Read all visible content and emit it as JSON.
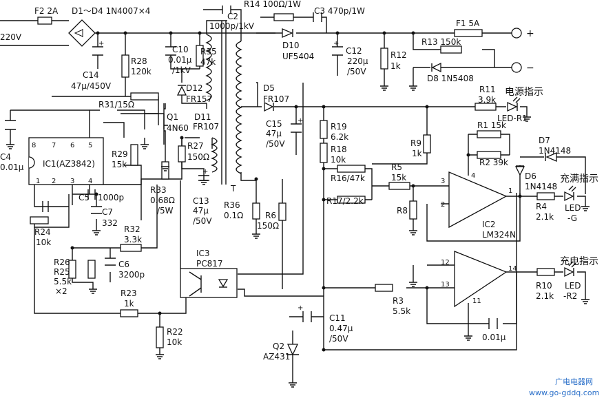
{
  "labels": {
    "f2": "F2 2A",
    "d1d4": "D1～D4 1N4007×4",
    "r14": "R14 100Ω/1W",
    "c3": "C3 470p/1W",
    "c2": "C2",
    "c2v": "1000p/1kV",
    "v220": "220V",
    "f1": "F1 5A",
    "r13": "R13 150k",
    "d8": "D8 1N5408",
    "plus": "+",
    "minus": "−",
    "d10": "D10",
    "d10p": "UF5404",
    "c12": "C12",
    "c12v": "220μ",
    "c12w": "/50V",
    "r12": "R12",
    "r12v": "1k",
    "c14": "C14",
    "c14v": "47μ/450V",
    "r28": "R28",
    "r28v": "120k",
    "c10": "C10",
    "c10v": "0.01μ",
    "c10w": "/1kV",
    "r35": "R35",
    "r35v": "47k",
    "d12": "D12",
    "d12p": "FR157",
    "r31": "R31/15Ω",
    "q1": "Q1",
    "q1p": "4N60",
    "d11": "D11",
    "d11p": "FR107",
    "r27": "R27",
    "r27v": "150Ω",
    "c13": "C13",
    "c13v": "47μ",
    "c13w": "/50V",
    "d5": "D5",
    "d5p": "FR107",
    "c15": "C15",
    "c15v": "47μ",
    "c15w": "/50V",
    "tr": "T",
    "r19": "R19",
    "r19v": "6.2k",
    "r18": "R18",
    "r18v": "10k",
    "r16": "R16/47k",
    "r17": "R17/2.2k",
    "c4": "C4",
    "c4v": "0.01μ",
    "ic1": "IC1(AZ3842)",
    "r29": "R29",
    "r29v": "15k",
    "c5": "C5",
    "c5v": "1000p",
    "c7": "C7",
    "c7v": "332",
    "r24": "R24",
    "r24v": "10k",
    "r33": "R33",
    "r33v": "0.68Ω",
    "r33w": "/5W",
    "r36": "R36",
    "r36v": "0.1Ω",
    "r6": "R6",
    "r6v": "150Ω",
    "r32": "R32",
    "r32v": "3.3k",
    "r26": "R26",
    "r25": "R25",
    "r25v": "5.5k",
    "x2": "×2",
    "c6": "C6",
    "c6v": "3200p",
    "r23": "R23",
    "r23v": "1k",
    "ic3": "IC3",
    "ic3p": "PC817",
    "r22": "R22",
    "r22v": "10k",
    "q2": "Q2",
    "q2p": "AZ431",
    "c11": "C11",
    "c11v": "0.47μ",
    "c11w": "/50V",
    "r11": "R11",
    "r11v": "3.9k",
    "led_power": "电源指示",
    "ledr1": "LED-R1",
    "r9": "R9",
    "r9v": "1k",
    "r1": "R1 15k",
    "r2": "R2 39k",
    "d7": "D7",
    "d7p": "1N4148",
    "d6": "D6",
    "d6p": "1N4148",
    "full": "充满指示",
    "r5": "R5",
    "r5v": "15k",
    "r8": "R8",
    "r4": "R4",
    "r4v": "2.1k",
    "ledg": "LED",
    "ledg2": "-G",
    "ic2": "IC2",
    "ic2p": "LM324N",
    "charge": "充电指示",
    "r3": "R3",
    "r3v": "5.5k",
    "r10": "R10",
    "r10v": "2.1k",
    "ledr2": "LED",
    "ledr2b": "-R2",
    "c01": "0.01μ",
    "pin3": "3",
    "pin2": "2",
    "pin1": "1",
    "pin4": "4",
    "pin12": "12",
    "pin13": "13",
    "pin14": "14",
    "pin11": "11",
    "p8": "8",
    "p7": "7",
    "p6": "6",
    "p5": "5",
    "p1": "1",
    "p2": "2",
    "p3": "3",
    "p4": "4",
    "wm1": "广电电器网",
    "wm2": "www.go-gddq.com"
  }
}
